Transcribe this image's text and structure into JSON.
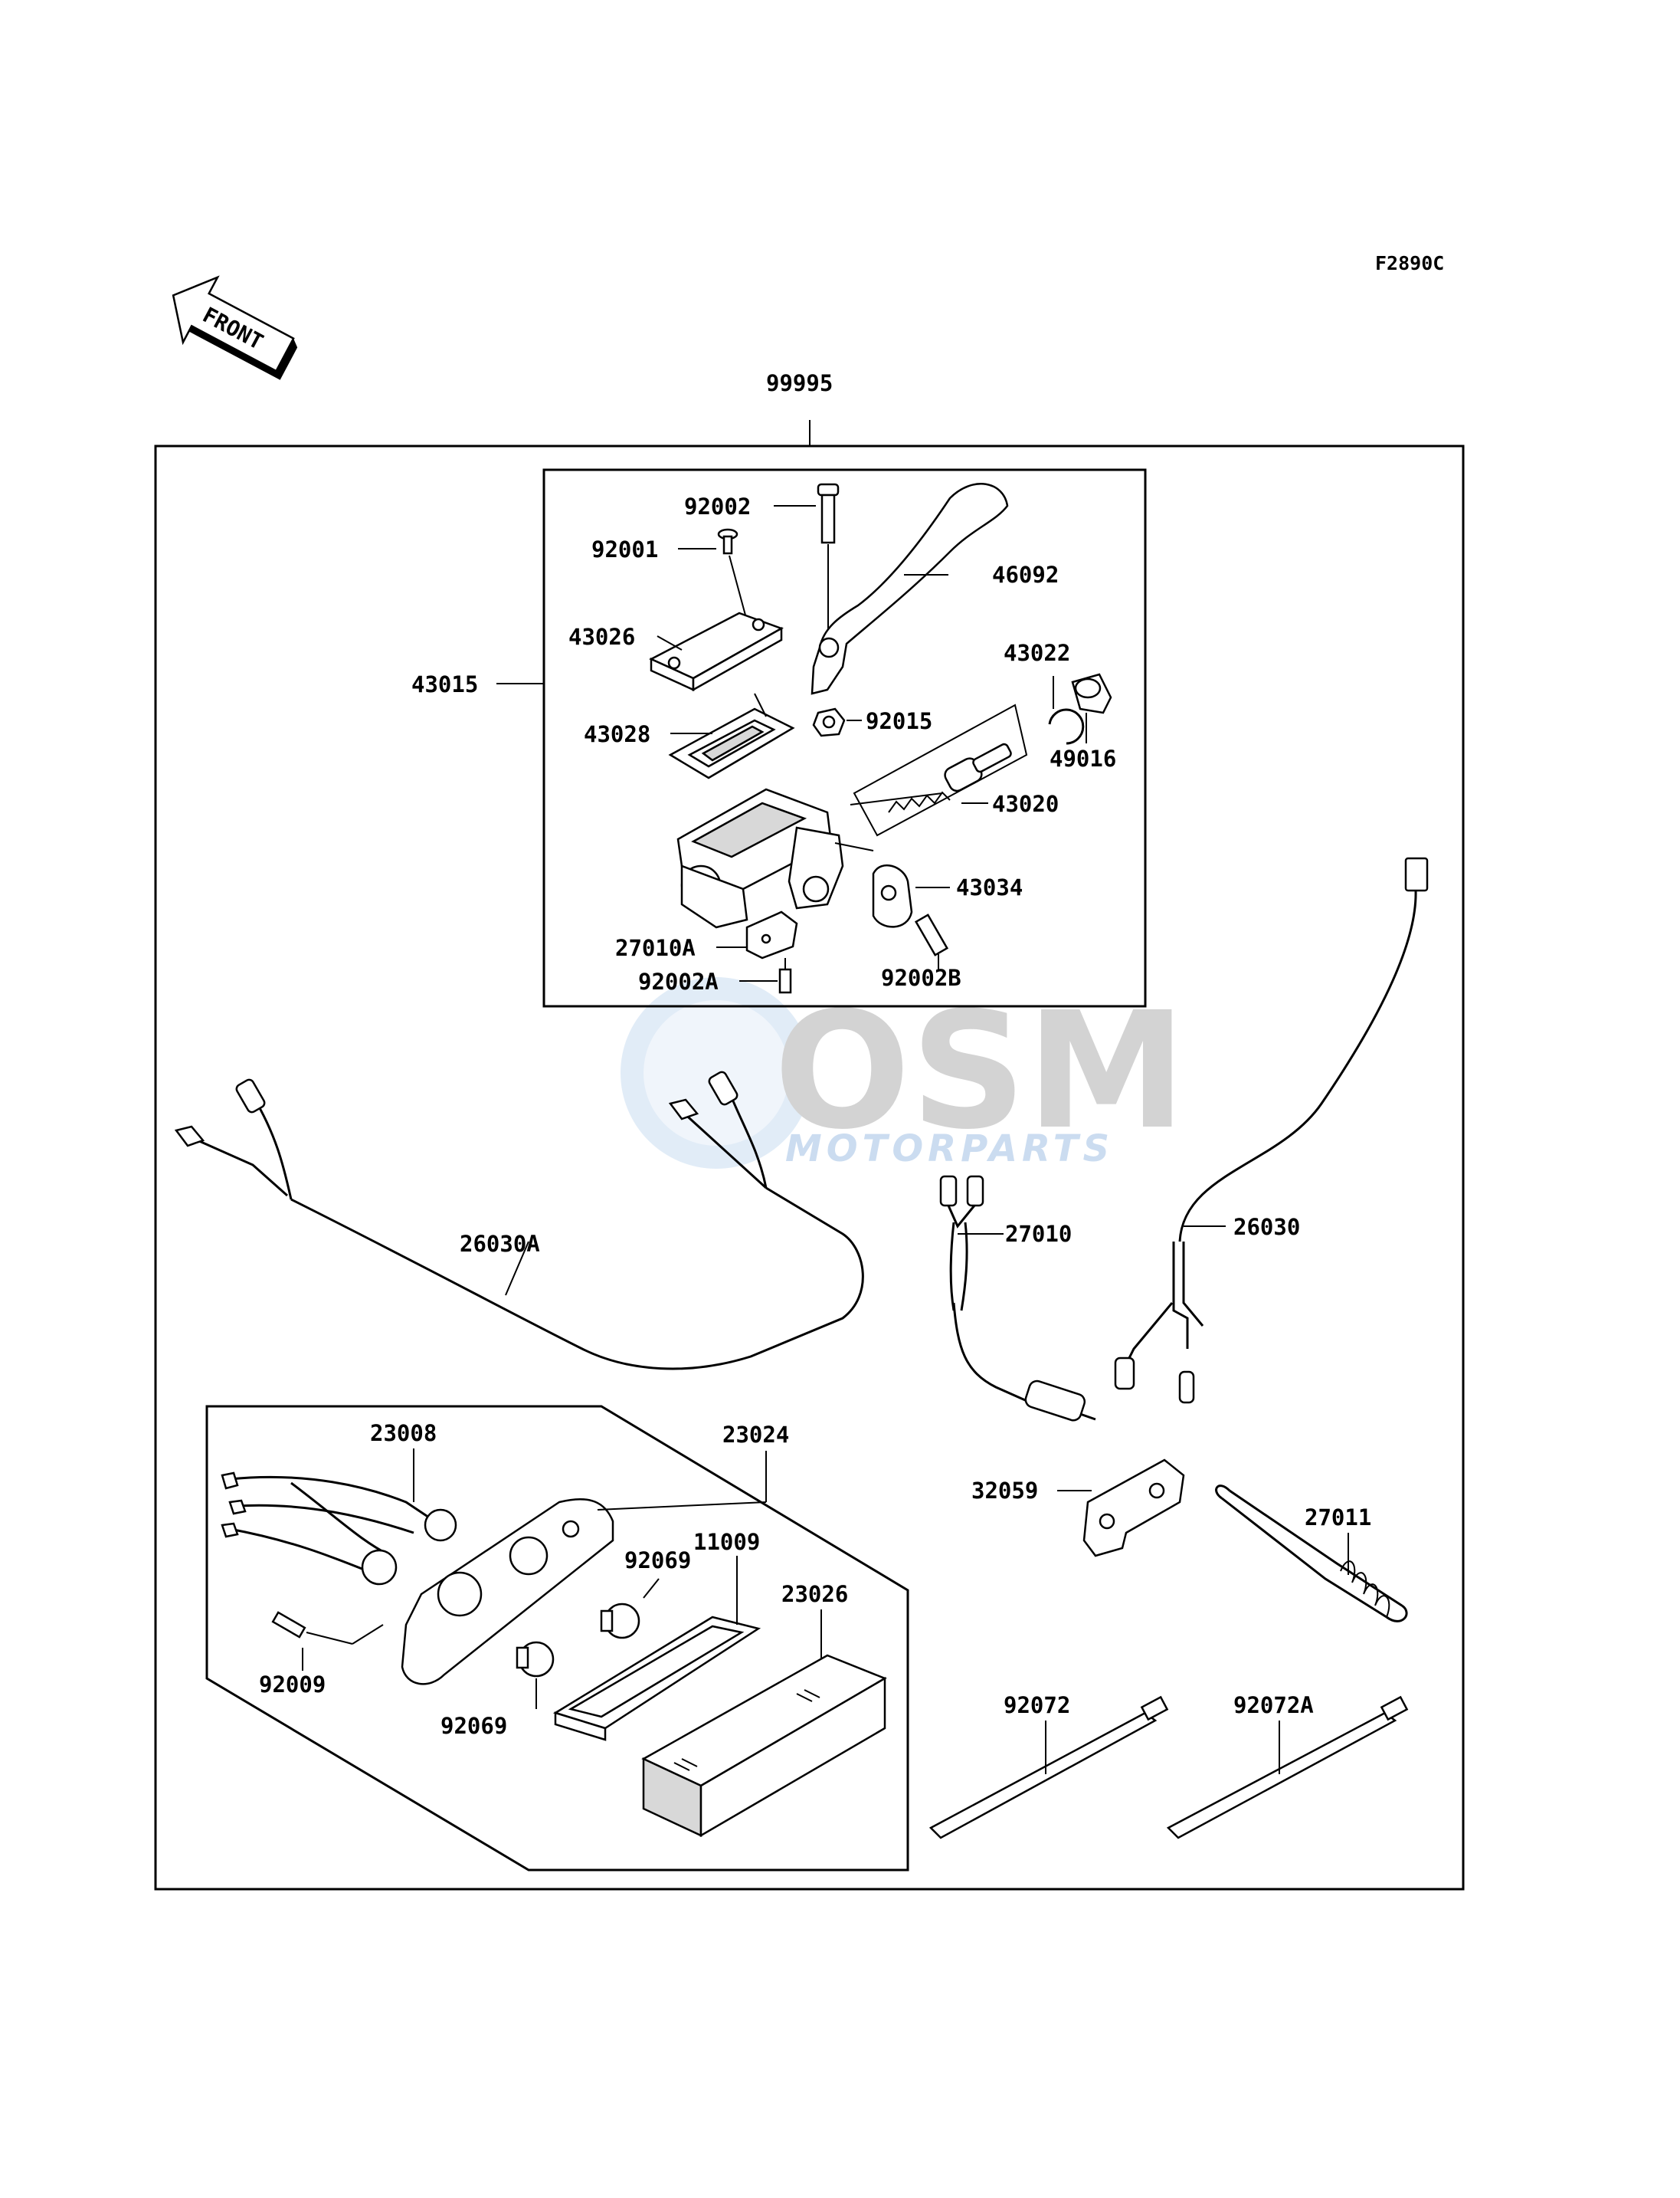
{
  "figure_code": "F2890C",
  "front_arrow_label": "FRONT",
  "watermark": {
    "brand": "OSM",
    "sub": "MOTORPARTS"
  },
  "parts": {
    "p99995": "99995",
    "p92002": "92002",
    "p92001": "92001",
    "p46092": "46092",
    "p43026": "43026",
    "p43022": "43022",
    "p43015": "43015",
    "p92015": "92015",
    "p49016": "49016",
    "p43028": "43028",
    "p43020": "43020",
    "p43034": "43034",
    "p27010A": "27010A",
    "p92002B": "92002B",
    "p92002A": "92002A",
    "p26030A": "26030A",
    "p27010": "27010",
    "p26030": "26030",
    "p23008": "23008",
    "p23024": "23024",
    "p11009": "11009",
    "p92069a": "92069",
    "p23026": "23026",
    "p92009": "92009",
    "p92069b": "92069",
    "p32059": "32059",
    "p27011": "27011",
    "p92072": "92072",
    "p92072A": "92072A"
  },
  "colors": {
    "line": "#000000",
    "watermark_blue": "#cfe0f3",
    "watermark_gray": "#c9c9c9"
  }
}
